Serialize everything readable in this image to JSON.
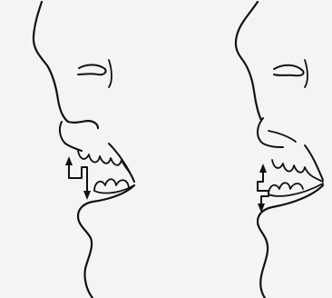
{
  "figure": {
    "panels": [
      {
        "id": "left-profile",
        "depicts": "profile-face-lip-tooth-measure"
      },
      {
        "id": "right-profile",
        "depicts": "profile-face-lip-tooth-measure"
      }
    ],
    "colors": {
      "background": "#f4f4f2",
      "ink": "#111111"
    },
    "icons": [
      "double-arrow-icon"
    ]
  }
}
